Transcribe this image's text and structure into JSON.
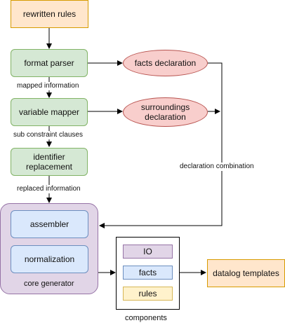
{
  "nodes": {
    "rewritten_rules": "rewritten rules",
    "format_parser": "format parser",
    "variable_mapper": "variable mapper",
    "identifier_replacement": "identifier replacement",
    "facts_declaration": "facts declaration",
    "surroundings_declaration": "surroundings declaration",
    "core_generator": "core generator",
    "assembler": "assembler",
    "normalization": "normalization",
    "components": "components",
    "io": "IO",
    "facts": "facts",
    "rules": "rules",
    "datalog_templates": "datalog templates"
  },
  "edge_labels": {
    "mapped_information": "mapped information",
    "sub_constraint_clauses": "sub constraint clauses",
    "replaced_information": "replaced information",
    "declaration_combination": "declaration combination"
  },
  "colors": {
    "orange_fill": "#ffe6cc",
    "green_fill": "#d5e8d4",
    "red_fill": "#f8cecc",
    "blue_fill": "#dae8fc",
    "purple_fill": "#e1d5e7",
    "yellow_fill": "#fff2cc"
  }
}
